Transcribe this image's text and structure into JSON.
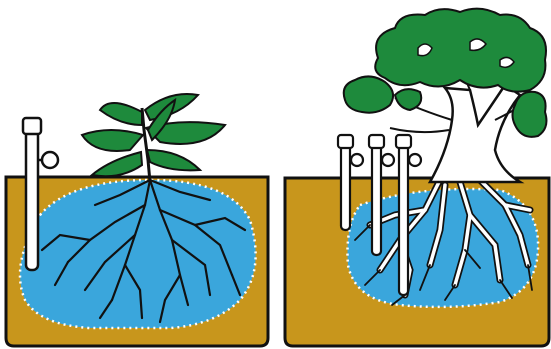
{
  "colors": {
    "background": "#ffffff",
    "soil": "#c8961c",
    "water": "#3aa6dc",
    "leaf": "#1e8a3c",
    "outline": "#111111",
    "trunk": "#ffffff",
    "tube": "#ffffff",
    "dotted_boundary": "#ffffff"
  },
  "panels": [
    {
      "name": "small-plant-panel",
      "plant": "herbaceous-plant",
      "tensiometers": 1
    },
    {
      "name": "tree-panel",
      "plant": "tree",
      "tensiometers": 3
    }
  ],
  "icons": [
    "tensiometer-icon",
    "gauge-dial-icon",
    "root-system-icon",
    "leaf-icon"
  ]
}
